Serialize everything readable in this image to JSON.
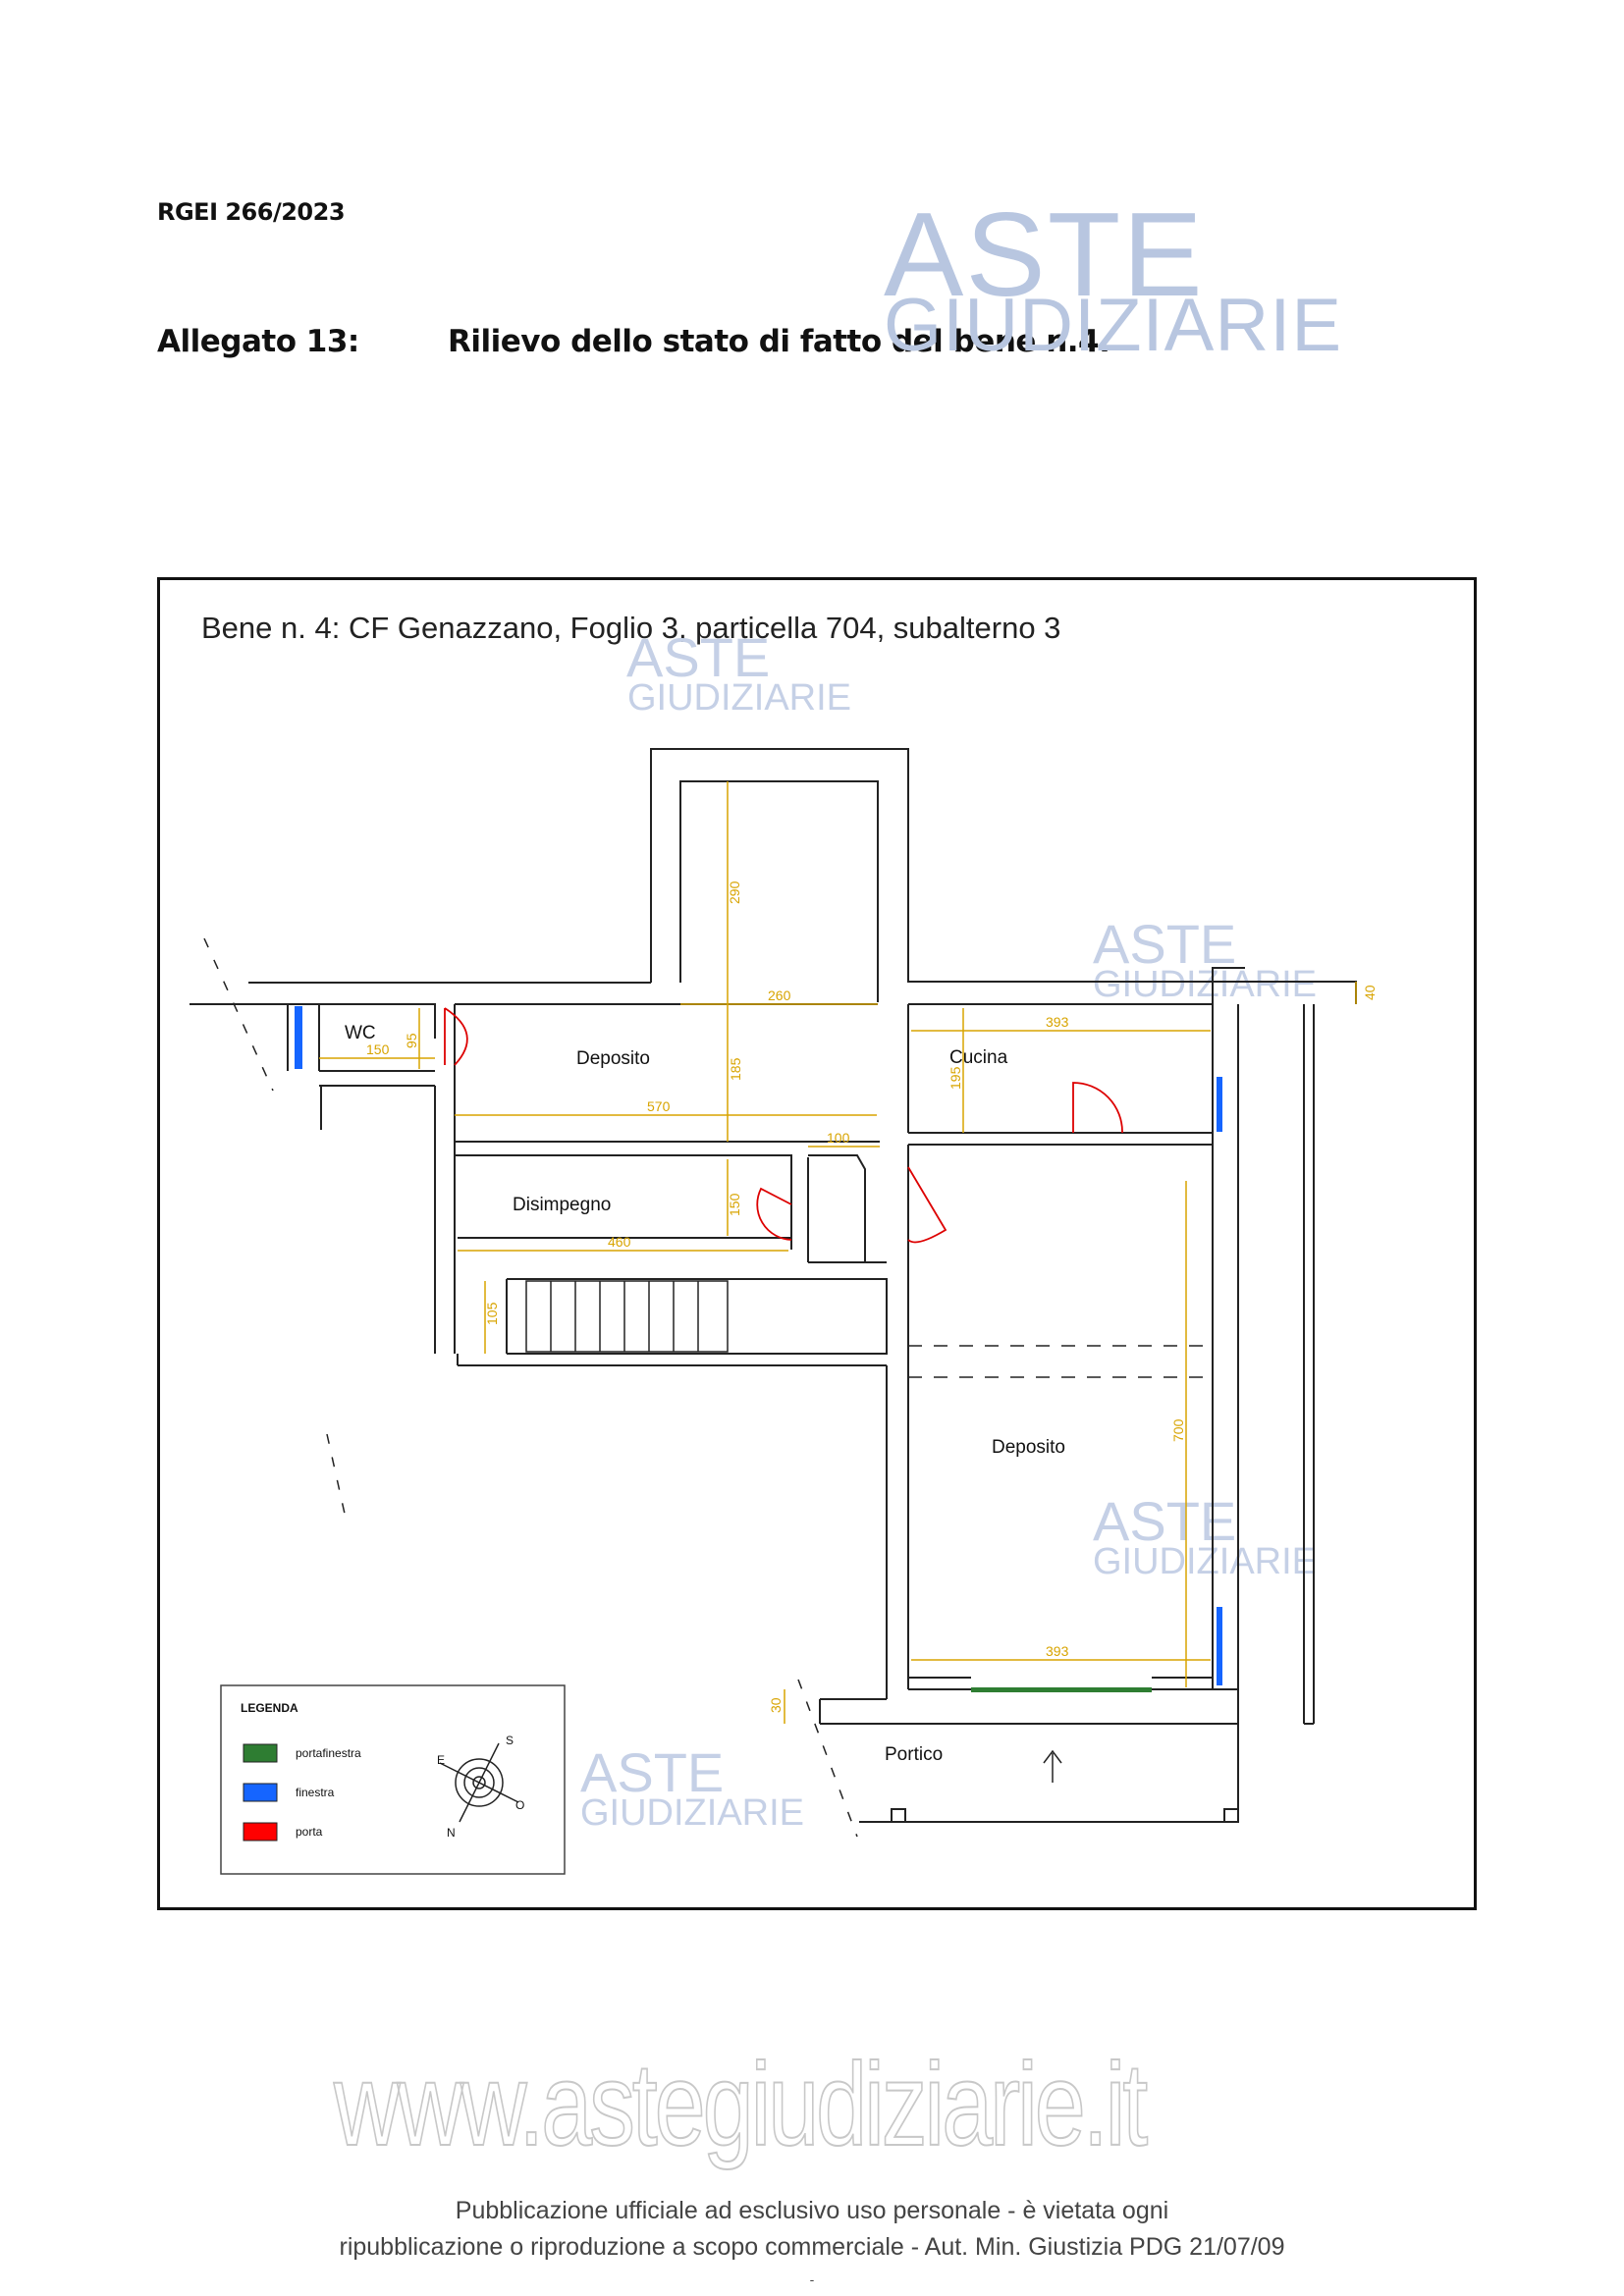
{
  "header": {
    "reference": "RGEI 266/2023",
    "attachment_label": "Allegato 13:",
    "attachment_title": "Rilievo dello stato di fatto del bene n.4."
  },
  "watermark": {
    "line1": "ASTE",
    "line2": "GIUDIZIARIE",
    "color": "#b8c6e0"
  },
  "plan": {
    "title": "Bene n. 4: CF Genazzano, Foglio 3, particella 704, subalterno 3",
    "rooms": {
      "wc": "WC",
      "deposito_1": "Deposito",
      "cucina": "Cucina",
      "disimpegno": "Disimpegno",
      "deposito_2": "Deposito",
      "portico": "Portico"
    },
    "dimensions": {
      "d290": "290",
      "d260": "260",
      "d185": "185",
      "d570": "570",
      "d150a": "150",
      "d95": "95",
      "d393a": "393",
      "d195": "195",
      "d100": "100",
      "d150b": "150",
      "d460": "460",
      "d105": "105",
      "d700": "700",
      "d393b": "393",
      "d30": "30",
      "d40": "40"
    },
    "legend": {
      "title": "LEGENDA",
      "items": [
        {
          "label": "portafinestra",
          "color": "#2e7d32"
        },
        {
          "label": "finestra",
          "color": "#1565ff"
        },
        {
          "label": "porta",
          "color": "#ff0000"
        }
      ],
      "compass": {
        "n": "N",
        "s": "S",
        "e": "E",
        "o": "O"
      }
    }
  },
  "footer": {
    "website": "www.astegiudiziarie.it",
    "line1": "Pubblicazione ufficiale ad esclusivo uso personale - è vietata ogni",
    "line2": "ripubblicazione o riproduzione a scopo commerciale - Aut. Min. Giustizia PDG 21/07/09",
    "line3": "-"
  }
}
